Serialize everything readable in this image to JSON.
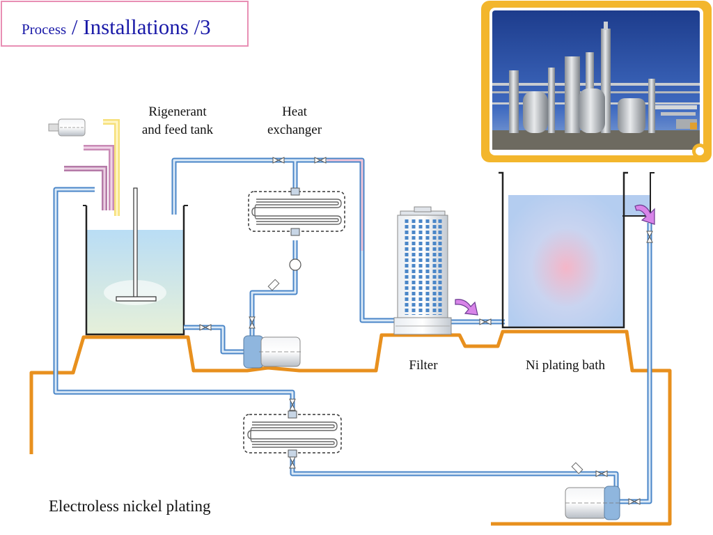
{
  "header": {
    "breadcrumb_part1": "Process",
    "breadcrumb_part2": " / Installations /3"
  },
  "labels": {
    "feed_tank_line1": "Rigenerant",
    "feed_tank_line2": "and feed tank",
    "heat_exchanger_line1": "Heat",
    "heat_exchanger_line2": "exchanger",
    "filter": "Filter",
    "plating_bath": "Ni plating bath"
  },
  "caption": "Electroless nickel plating",
  "colors": {
    "title_border": "#e88fb4",
    "title_text": "#1a1aa8",
    "floor_line": "#e8901e",
    "pipe": "#4a86c8",
    "photo_frame": "#f3b62c",
    "flow_arrow": "#d884e8"
  },
  "photo": {
    "subject": "industrial plant photograph"
  }
}
